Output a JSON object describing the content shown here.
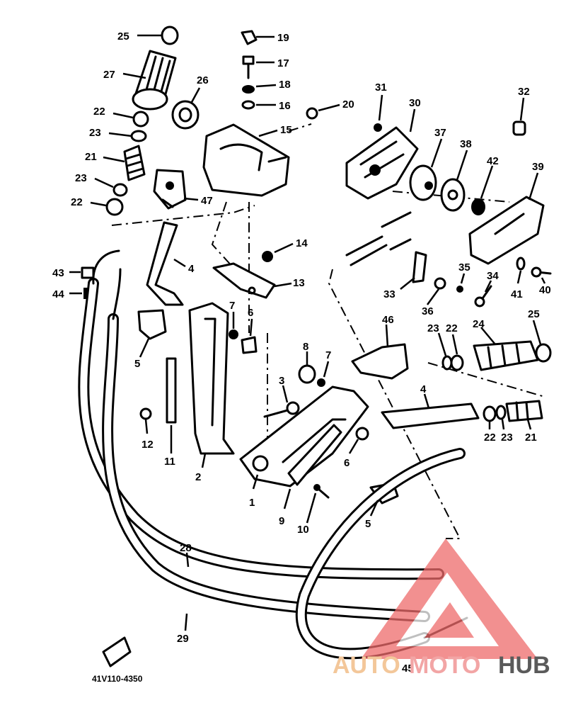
{
  "diagram": {
    "part_code": "41V110-4350",
    "callouts": [
      {
        "id": "c25a",
        "label": "25"
      },
      {
        "id": "c27",
        "label": "27"
      },
      {
        "id": "c26",
        "label": "26"
      },
      {
        "id": "c22a",
        "label": "22"
      },
      {
        "id": "c23a",
        "label": "23"
      },
      {
        "id": "c21a",
        "label": "21"
      },
      {
        "id": "c23b",
        "label": "23"
      },
      {
        "id": "c22b",
        "label": "22"
      },
      {
        "id": "c47",
        "label": "47"
      },
      {
        "id": "c19",
        "label": "19"
      },
      {
        "id": "c17",
        "label": "17"
      },
      {
        "id": "c18",
        "label": "18"
      },
      {
        "id": "c16",
        "label": "16"
      },
      {
        "id": "c20",
        "label": "20"
      },
      {
        "id": "c15",
        "label": "15"
      },
      {
        "id": "c14",
        "label": "14"
      },
      {
        "id": "c13",
        "label": "13"
      },
      {
        "id": "c4a",
        "label": "4"
      },
      {
        "id": "c43",
        "label": "43"
      },
      {
        "id": "c44",
        "label": "44"
      },
      {
        "id": "c5a",
        "label": "5"
      },
      {
        "id": "c11",
        "label": "11"
      },
      {
        "id": "c12",
        "label": "12"
      },
      {
        "id": "c2",
        "label": "2"
      },
      {
        "id": "c7a",
        "label": "7"
      },
      {
        "id": "c6a",
        "label": "6"
      },
      {
        "id": "c8",
        "label": "8"
      },
      {
        "id": "c7b",
        "label": "7"
      },
      {
        "id": "c3",
        "label": "3"
      },
      {
        "id": "c1",
        "label": "1"
      },
      {
        "id": "c9",
        "label": "9"
      },
      {
        "id": "c10",
        "label": "10"
      },
      {
        "id": "c6b",
        "label": "6"
      },
      {
        "id": "c5b",
        "label": "5"
      },
      {
        "id": "c31",
        "label": "31"
      },
      {
        "id": "c30",
        "label": "30"
      },
      {
        "id": "c32",
        "label": "32"
      },
      {
        "id": "c37",
        "label": "37"
      },
      {
        "id": "c38",
        "label": "38"
      },
      {
        "id": "c42",
        "label": "42"
      },
      {
        "id": "c39",
        "label": "39"
      },
      {
        "id": "c35",
        "label": "35"
      },
      {
        "id": "c34",
        "label": "34"
      },
      {
        "id": "c33",
        "label": "33"
      },
      {
        "id": "c36",
        "label": "36"
      },
      {
        "id": "c41",
        "label": "41"
      },
      {
        "id": "c40",
        "label": "40"
      },
      {
        "id": "c25b",
        "label": "25"
      },
      {
        "id": "c46",
        "label": "46"
      },
      {
        "id": "c23c",
        "label": "23"
      },
      {
        "id": "c22c",
        "label": "22"
      },
      {
        "id": "c24",
        "label": "24"
      },
      {
        "id": "c4b",
        "label": "4"
      },
      {
        "id": "c22d",
        "label": "22"
      },
      {
        "id": "c23d",
        "label": "23"
      },
      {
        "id": "c21b",
        "label": "21"
      },
      {
        "id": "c28",
        "label": "28"
      },
      {
        "id": "c29",
        "label": "29"
      },
      {
        "id": "c45",
        "label": "45"
      }
    ]
  },
  "watermark": {
    "part1": "AUTO",
    "part2": "MOTO",
    "part3": "HUB",
    "color_orange": "#f3c79a",
    "color_red": "#ee6b6b",
    "color_grey": "#5a5a5a"
  }
}
